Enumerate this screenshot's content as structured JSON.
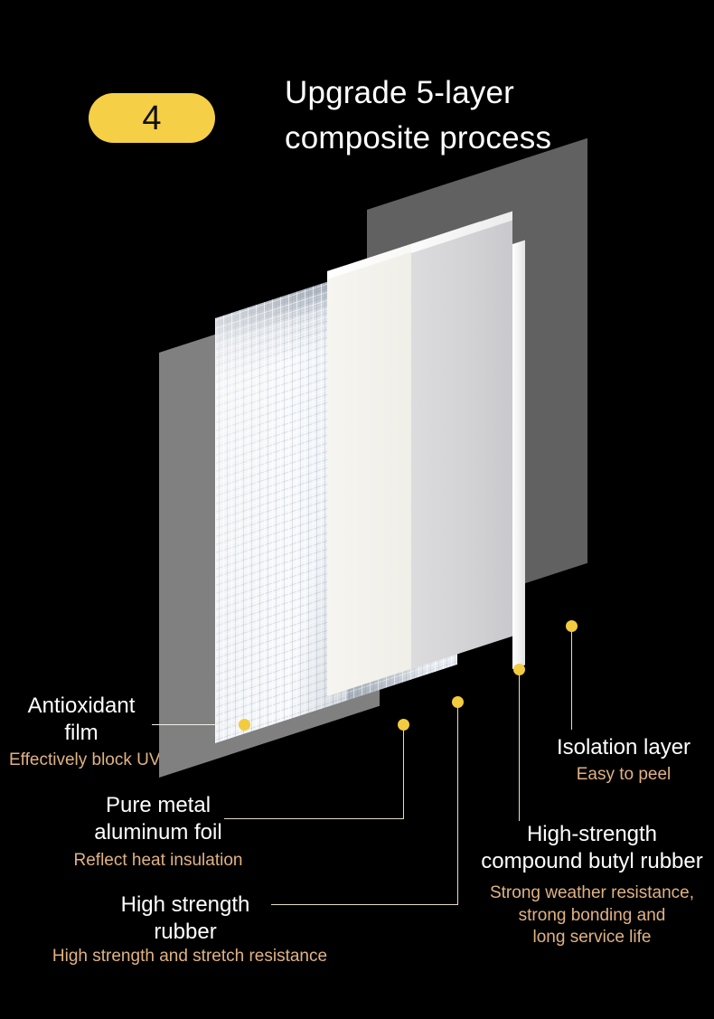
{
  "header": {
    "step_number": "4",
    "title_line1": "Upgrade 5-layer",
    "title_line2": "composite process"
  },
  "colors": {
    "background": "#000000",
    "badge": "#f5cf46",
    "title_text": "#ffffff",
    "label_text": "#ffffff",
    "sublabel_text": "#e0b283",
    "dot": "#f3cb3f",
    "leader_line": "#e8dcc4"
  },
  "callouts": [
    {
      "id": "antioxidant-film",
      "label_line1": "Antioxidant",
      "label_line2": "film",
      "sublabel_line1": "Effectively block UV"
    },
    {
      "id": "aluminum-foil",
      "label_line1": "Pure metal",
      "label_line2": "aluminum foil",
      "sublabel_line1": "Reflect heat insulation"
    },
    {
      "id": "high-strength-rubber",
      "label_line1": "High strength",
      "label_line2": "rubber",
      "sublabel_line1": "High strength and stretch resistance"
    },
    {
      "id": "butyl-rubber",
      "label_line1": "High-strength",
      "label_line2": "compound butyl rubber",
      "sublabel_line1": "Strong weather resistance,",
      "sublabel_line2": "strong bonding and",
      "sublabel_line3": "long service life"
    },
    {
      "id": "isolation-layer",
      "label_line1": "Isolation layer",
      "sublabel_line1": "Easy to peel"
    }
  ],
  "layers": [
    {
      "id": "antioxidant-film",
      "name": "Antioxidant film",
      "color": "#808080"
    },
    {
      "id": "aluminum-foil",
      "name": "Pure metal aluminum foil",
      "color": "#eef1f5"
    },
    {
      "id": "high-strength-rubber",
      "name": "High strength rubber",
      "color": "#f2f1ec"
    },
    {
      "id": "butyl-rubber",
      "name": "Compound butyl rubber",
      "color": "#d8d8da"
    },
    {
      "id": "isolation-layer",
      "name": "Isolation layer",
      "color": "#616161"
    }
  ]
}
